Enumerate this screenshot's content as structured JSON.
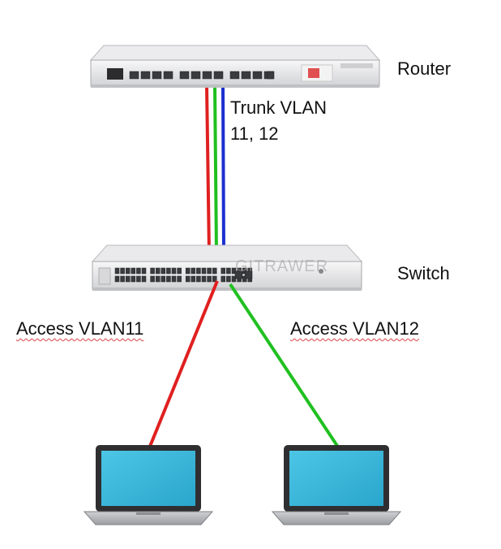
{
  "labels": {
    "router": "Router",
    "trunk": "Trunk VLAN",
    "trunk_ids": "11, 12",
    "switch": "Switch",
    "access_left": "Access VLAN11",
    "access_right": "Access VLAN12",
    "watermark": "GITRAWER"
  },
  "colors": {
    "vlan11": "#e02020",
    "vlan12": "#20c020",
    "trunk_native": "#1c2fd0",
    "device_body": "#e8e8ea",
    "laptop_screen": "#35b6d8"
  },
  "icons": [
    "router-device-icon",
    "switch-device-icon",
    "laptop-icon"
  ]
}
